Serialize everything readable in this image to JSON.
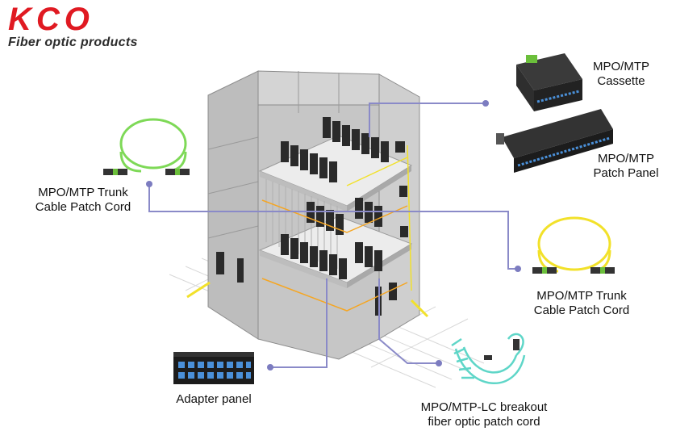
{
  "brand": {
    "logo_text": "KCO",
    "tagline": "Fiber optic products",
    "color": "#e01a22"
  },
  "labels": {
    "cassette": [
      "MPO/MTP",
      "Cassette"
    ],
    "patch_panel": [
      "MPO/MTP",
      "Patch Panel"
    ],
    "trunk_left": [
      "MPO/MTP Trunk",
      "Cable Patch Cord"
    ],
    "trunk_right": [
      "MPO/MTP Trunk",
      "Cable Patch Cord"
    ],
    "adapter_panel": [
      "Adapter panel"
    ],
    "breakout": [
      "MPO/MTP-LC breakout",
      "fiber optic patch cord"
    ]
  },
  "colors": {
    "connector_line": "#8a8ac8",
    "trunk_green": "#7ed957",
    "trunk_yellow": "#f2e12a",
    "breakout_aqua": "#5fd6c8",
    "building": "#c9c9c9",
    "cabling_orange": "#f5a623"
  }
}
